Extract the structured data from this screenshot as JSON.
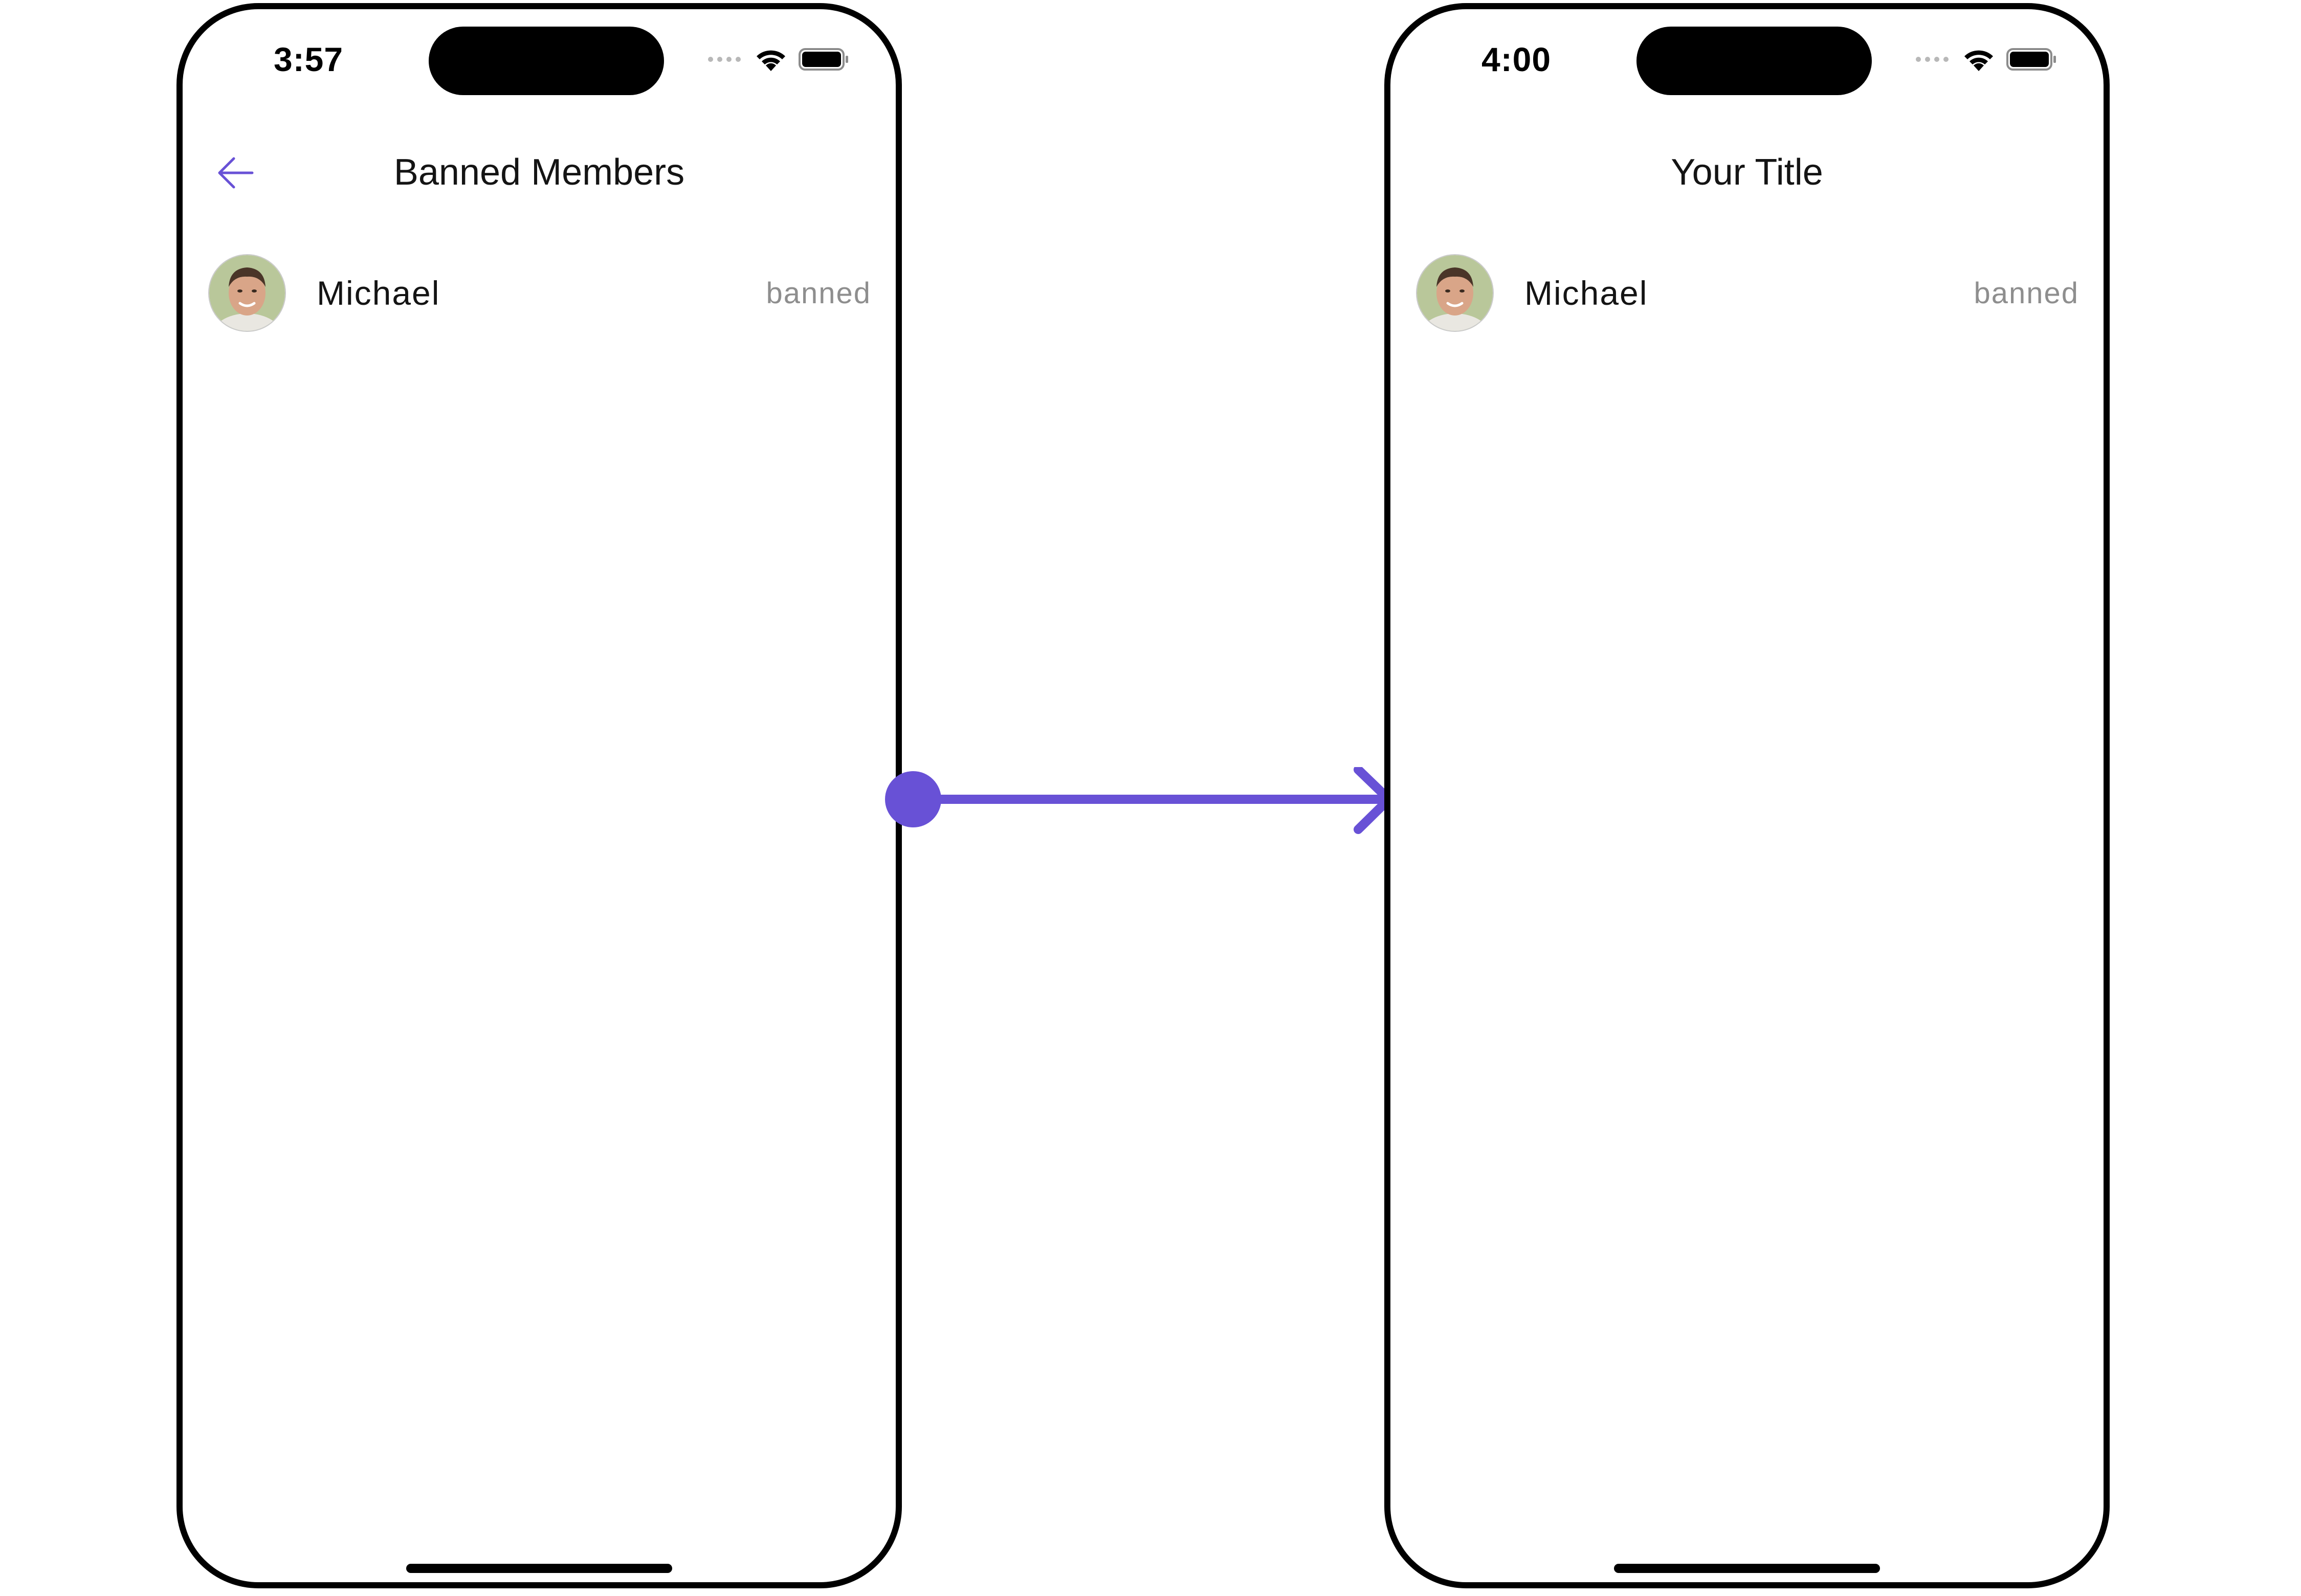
{
  "colors": {
    "accent": "#6851D6",
    "text_primary": "#141414",
    "text_secondary": "#8E8E8E",
    "frame": "#000000"
  },
  "left_screen": {
    "status_time": "3:57",
    "title": "Banned Members",
    "back_icon": "arrow-left-icon",
    "members": [
      {
        "name": "Michael",
        "status": "banned"
      }
    ]
  },
  "right_screen": {
    "status_time": "4:00",
    "title": "Your Title",
    "members": [
      {
        "name": "Michael",
        "status": "banned"
      }
    ]
  },
  "status_icons": [
    "signal-dots-icon",
    "wifi-icon",
    "battery-icon"
  ],
  "connector": "arrow-right-icon"
}
